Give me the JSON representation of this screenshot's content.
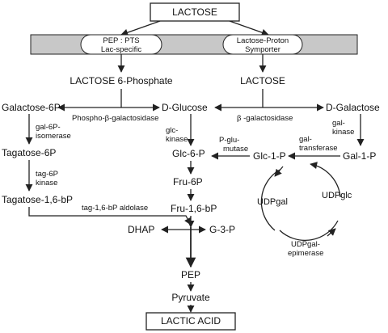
{
  "diagram": {
    "top_box": "LACTOSE",
    "bottom_box": "LACTIC ACID",
    "membrane": {
      "left_transporter": [
        "PEP : PTS",
        "Lac-specific"
      ],
      "right_transporter": [
        "Lactose-Proton",
        "Symporter"
      ]
    },
    "nodes": {
      "lactose_6p": "LACTOSE 6-Phosphate",
      "lactose": "LACTOSE",
      "galactose_6p": "Galactose-6P",
      "d_glucose": "D-Glucose",
      "d_galactose": "D-Galactose",
      "tagatose_6p": "Tagatose-6P",
      "tagatose_16bp": "Tagatose-1,6-bP",
      "glc_6p": "Glc-6-P",
      "glc_1p": "Glc-1-P",
      "gal_1p": "Gal-1-P",
      "fru_6p": "Fru-6P",
      "fru_16bp": "Fru-1,6-bP",
      "dhap": "DHAP",
      "g3p": "G-3-P",
      "pep": "PEP",
      "pyruvate": "Pyruvate",
      "udpgal": "UDPgal",
      "udpglc": "UDPglc"
    },
    "enzymes": {
      "phospho_b_gal": "Phospho-β-galactosidase",
      "b_gal": "β -galactosidase",
      "gal6p_isomerase": [
        "gal-6P-",
        "isomerase"
      ],
      "tag6p_kinase": [
        "tag-6P",
        "kinase"
      ],
      "tag16bp_aldolase": "tag-1,6-bP aldolase",
      "glc_kinase": [
        "glc-",
        "kinase"
      ],
      "gal_kinase": [
        "gal-",
        "kinase"
      ],
      "p_glu_mutase": [
        "P-glu-",
        "mutase"
      ],
      "gal_transferase": [
        "gal-",
        "transferase"
      ],
      "udpgal_epimerase": [
        "UDPgal-",
        "epimerase"
      ]
    }
  }
}
